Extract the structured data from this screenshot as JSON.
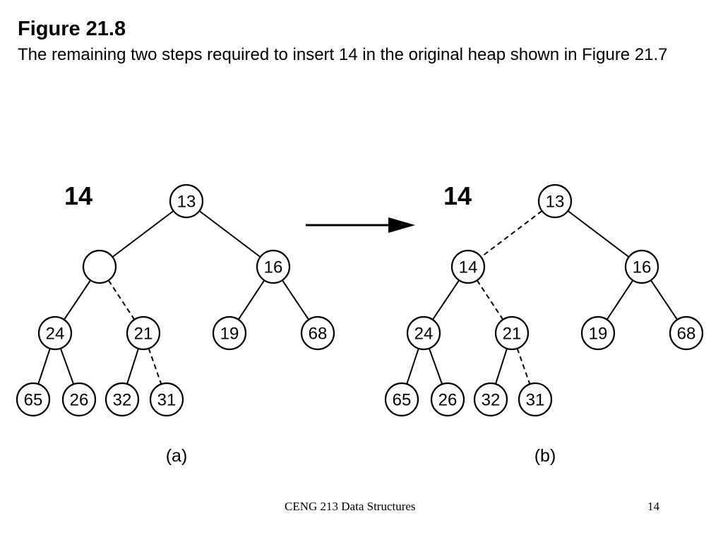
{
  "slide": {
    "title": "Figure 21.8",
    "caption": "The remaining two steps required to insert 14 in the original heap shown in Figure 21.7"
  },
  "diagram": {
    "panels": [
      {
        "label": "(a)",
        "inserting": "14",
        "nodes": [
          {
            "id": "root",
            "value": "13"
          },
          {
            "id": "l",
            "value": ""
          },
          {
            "id": "r",
            "value": "16"
          },
          {
            "id": "ll",
            "value": "24"
          },
          {
            "id": "lr",
            "value": "21"
          },
          {
            "id": "rl",
            "value": "19"
          },
          {
            "id": "rr",
            "value": "68"
          },
          {
            "id": "lll",
            "value": "65"
          },
          {
            "id": "llr",
            "value": "26"
          },
          {
            "id": "lrl",
            "value": "32"
          },
          {
            "id": "lrr",
            "value": "31"
          }
        ],
        "edges": [
          {
            "from": "root",
            "to": "l",
            "style": "solid"
          },
          {
            "from": "root",
            "to": "r",
            "style": "solid"
          },
          {
            "from": "l",
            "to": "ll",
            "style": "solid"
          },
          {
            "from": "l",
            "to": "lr",
            "style": "dashed"
          },
          {
            "from": "r",
            "to": "rl",
            "style": "solid"
          },
          {
            "from": "r",
            "to": "rr",
            "style": "solid"
          },
          {
            "from": "ll",
            "to": "lll",
            "style": "solid"
          },
          {
            "from": "ll",
            "to": "llr",
            "style": "solid"
          },
          {
            "from": "lr",
            "to": "lrl",
            "style": "solid"
          },
          {
            "from": "lr",
            "to": "lrr",
            "style": "dashed"
          }
        ]
      },
      {
        "label": "(b)",
        "inserting": "14",
        "nodes": [
          {
            "id": "root",
            "value": "13"
          },
          {
            "id": "l",
            "value": "14"
          },
          {
            "id": "r",
            "value": "16"
          },
          {
            "id": "ll",
            "value": "24"
          },
          {
            "id": "lr",
            "value": "21"
          },
          {
            "id": "rl",
            "value": "19"
          },
          {
            "id": "rr",
            "value": "68"
          },
          {
            "id": "lll",
            "value": "65"
          },
          {
            "id": "llr",
            "value": "26"
          },
          {
            "id": "lrl",
            "value": "32"
          },
          {
            "id": "lrr",
            "value": "31"
          }
        ],
        "edges": [
          {
            "from": "root",
            "to": "l",
            "style": "dashed"
          },
          {
            "from": "root",
            "to": "r",
            "style": "solid"
          },
          {
            "from": "l",
            "to": "ll",
            "style": "solid"
          },
          {
            "from": "l",
            "to": "lr",
            "style": "dashed"
          },
          {
            "from": "r",
            "to": "rl",
            "style": "solid"
          },
          {
            "from": "r",
            "to": "rr",
            "style": "solid"
          },
          {
            "from": "ll",
            "to": "lll",
            "style": "solid"
          },
          {
            "from": "ll",
            "to": "llr",
            "style": "solid"
          },
          {
            "from": "lr",
            "to": "lrl",
            "style": "solid"
          },
          {
            "from": "lr",
            "to": "lrr",
            "style": "dashed"
          }
        ]
      }
    ]
  },
  "footer": {
    "course": "CENG 213 Data Structures",
    "page_number": "14"
  }
}
